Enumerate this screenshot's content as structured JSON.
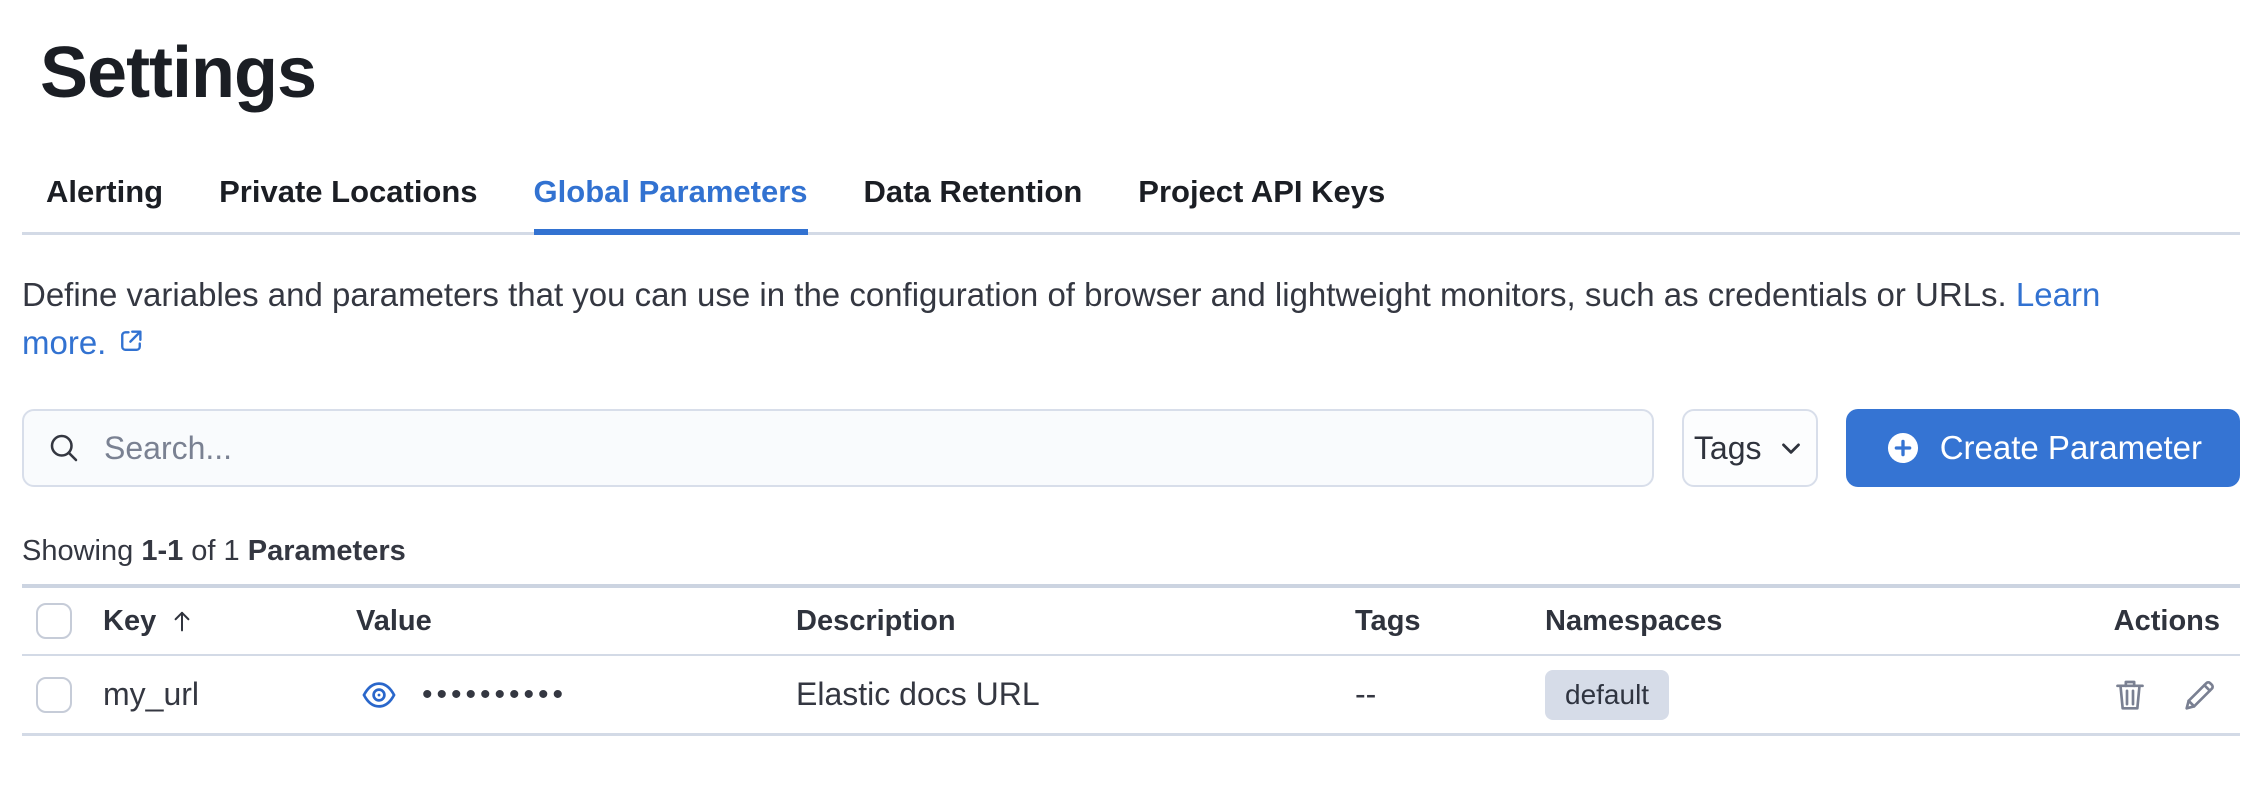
{
  "page_title": "Settings",
  "tabs": [
    {
      "label": "Alerting",
      "active": false
    },
    {
      "label": "Private Locations",
      "active": false
    },
    {
      "label": "Global Parameters",
      "active": true
    },
    {
      "label": "Data Retention",
      "active": false
    },
    {
      "label": "Project API Keys",
      "active": false
    }
  ],
  "description": {
    "text": "Define variables and parameters that you can use in the configuration of browser and lightweight monitors, such as credentials or URLs.",
    "link_label": "Learn more."
  },
  "toolbar": {
    "search_placeholder": "Search...",
    "tags_button_label": "Tags",
    "create_button_label": "Create Parameter"
  },
  "summary": {
    "prefix": "Showing",
    "range": "1-1",
    "connector": "of 1",
    "entity": "Parameters"
  },
  "table": {
    "columns": {
      "key": "Key",
      "value": "Value",
      "description": "Description",
      "tags": "Tags",
      "namespaces": "Namespaces",
      "actions": "Actions"
    },
    "sort": {
      "column": "Key",
      "direction": "ascending"
    },
    "rows": [
      {
        "key": "my_url",
        "value_masked": "••••••••••",
        "description": "Elastic docs URL",
        "tags": "--",
        "namespace": "default"
      }
    ]
  },
  "colors": {
    "accent": "#3272d1",
    "button_fill": "#3574d3",
    "badge_bg": "#d6dce8",
    "border": "#d3dae6",
    "text": "#343741",
    "icon_gray": "#7a8092"
  }
}
